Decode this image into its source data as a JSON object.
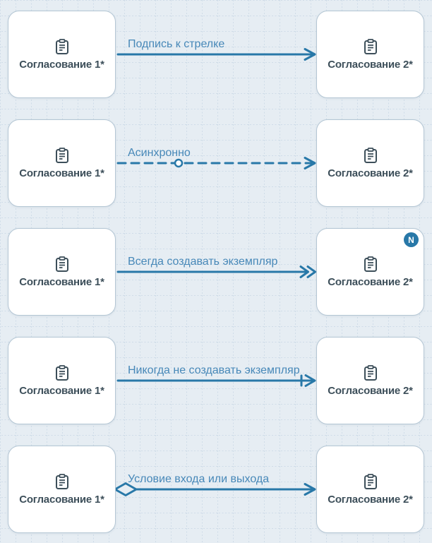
{
  "canvas": {
    "background_color": "#e6edf3",
    "grid_color": "#cfdce8",
    "accent_color": "#2878a8",
    "arrow_label_color": "#4788b8",
    "node_text_color": "#3d4f5a"
  },
  "rows": [
    {
      "source": {
        "label": "Согласование 1*",
        "icon": "clipboard-icon"
      },
      "target": {
        "label": "Согласование 2*",
        "icon": "clipboard-icon"
      },
      "arrow": {
        "label": "Подпись к стрелке",
        "type": "solid"
      }
    },
    {
      "source": {
        "label": "Согласование 1*",
        "icon": "clipboard-icon"
      },
      "target": {
        "label": "Согласование 2*",
        "icon": "clipboard-icon"
      },
      "arrow": {
        "label": "Асинхронно",
        "type": "dashed-with-circle"
      }
    },
    {
      "source": {
        "label": "Согласование 1*",
        "icon": "clipboard-icon"
      },
      "target": {
        "label": "Согласование 2*",
        "icon": "clipboard-icon",
        "badge": "N"
      },
      "arrow": {
        "label": "Всегда создавать экземпляр",
        "type": "double-arrowhead"
      }
    },
    {
      "source": {
        "label": "Согласование 1*",
        "icon": "clipboard-icon"
      },
      "target": {
        "label": "Согласование 2*",
        "icon": "clipboard-icon"
      },
      "arrow": {
        "label": "Никогда не создавать экземпляр",
        "type": "bar-arrowhead"
      }
    },
    {
      "source": {
        "label": "Согласование 1*",
        "icon": "clipboard-icon"
      },
      "target": {
        "label": "Согласование 2*",
        "icon": "clipboard-icon"
      },
      "arrow": {
        "label": "Условие входа или выхода",
        "type": "diamond-tail"
      }
    }
  ]
}
